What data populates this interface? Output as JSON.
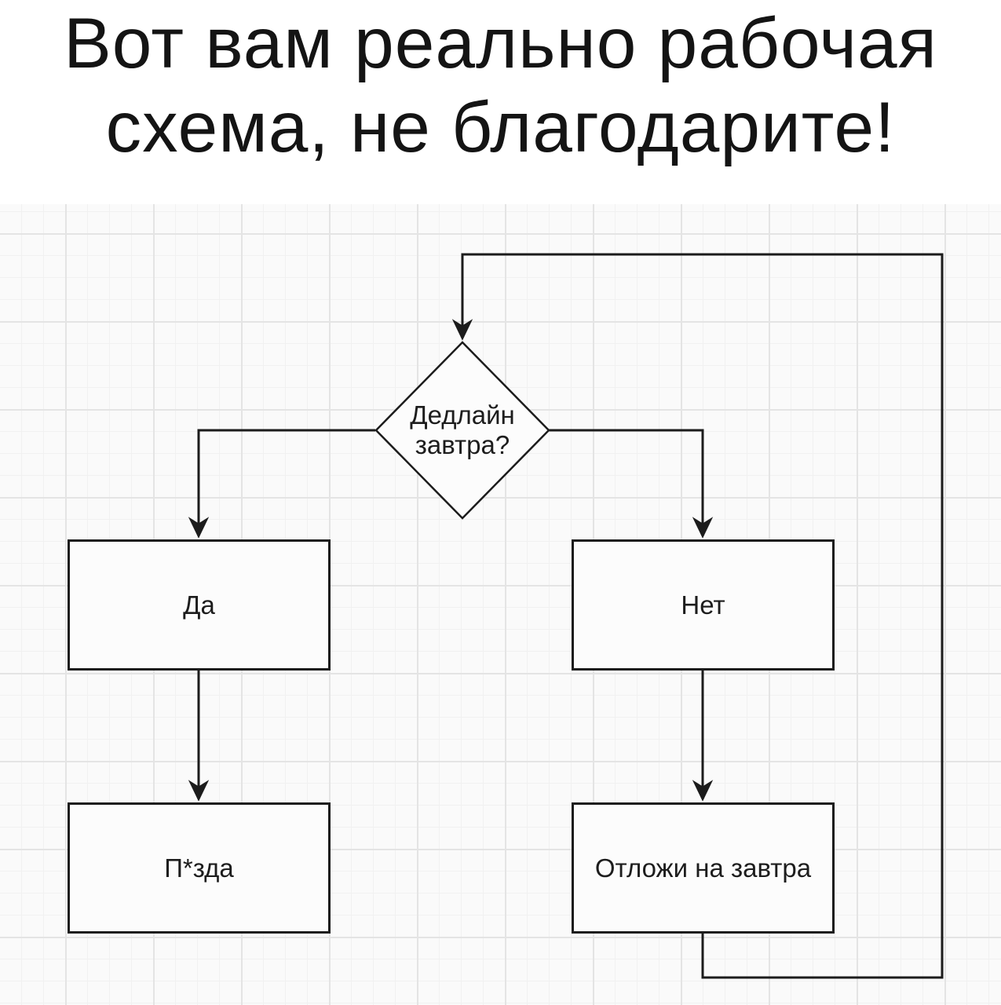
{
  "title": {
    "line1": "Вот вам реально рабочая",
    "line2": "схема, не благодарите!"
  },
  "flowchart": {
    "decision": {
      "label": "Дедлайн завтра?"
    },
    "nodes": [
      {
        "id": "yes",
        "label": "Да"
      },
      {
        "id": "no",
        "label": "Нет"
      },
      {
        "id": "yes-outcome",
        "label": "П*зда"
      },
      {
        "id": "no-outcome",
        "label": "Отложи на завтра"
      }
    ],
    "edges": [
      {
        "from": "decision",
        "to": "yes"
      },
      {
        "from": "decision",
        "to": "no"
      },
      {
        "from": "yes",
        "to": "yes-outcome"
      },
      {
        "from": "no",
        "to": "no-outcome"
      },
      {
        "from": "no-outcome",
        "to": "decision",
        "type": "feedback-loop"
      }
    ],
    "colors": {
      "line": "#1c1c1c",
      "node_fill": "#fcfcfc",
      "canvas": "#fafafa",
      "grid_minor": "#f1f1f1",
      "grid_major": "#e4e4e4",
      "text": "#1d1d1d"
    }
  }
}
